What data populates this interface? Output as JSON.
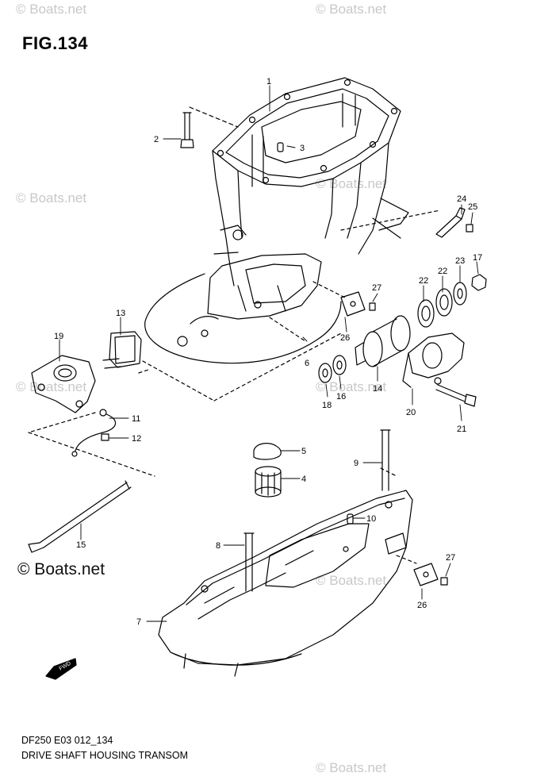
{
  "figure": {
    "title": "FIG.134"
  },
  "footer": {
    "code": "DF250 E03 012_134",
    "caption": "DRIVE SHAFT HOUSING TRANSOM"
  },
  "watermark": {
    "text": "© Boats.net"
  },
  "callouts": [
    "1",
    "2",
    "3",
    "4",
    "5",
    "6",
    "7",
    "8",
    "9",
    "10",
    "11",
    "12",
    "13",
    "14",
    "15",
    "16",
    "17",
    "18",
    "19",
    "20",
    "21",
    "22",
    "22",
    "23",
    "24",
    "25",
    "26",
    "26",
    "27",
    "27"
  ],
  "fwd_label": "FWD"
}
